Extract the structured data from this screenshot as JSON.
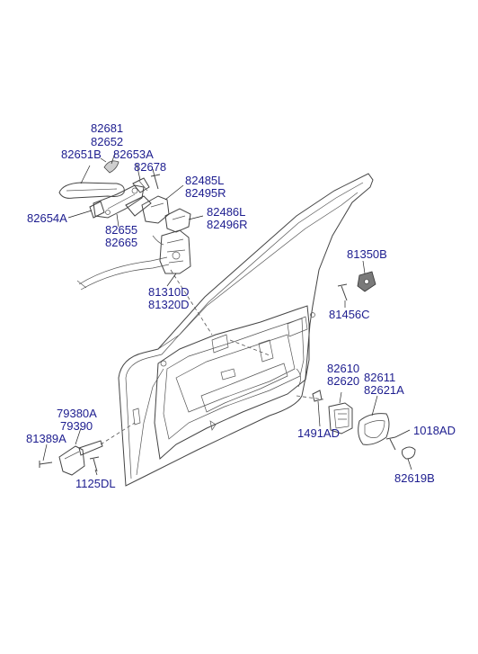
{
  "labels": {
    "p82681": "82681",
    "p82652": "82652",
    "p82651B": "82651B",
    "p82653A": "82653A",
    "p82678": "82678",
    "p82485L": "82485L",
    "p82495R": "82495R",
    "p82654A": "82654A",
    "p82486L": "82486L",
    "p82496R": "82496R",
    "p82655": "82655",
    "p82665": "82665",
    "p81350B": "81350B",
    "p81310D": "81310D",
    "p81320D": "81320D",
    "p81456C": "81456C",
    "p82610": "82610",
    "p82620": "82620",
    "p82611": "82611",
    "p82621A": "82621A",
    "p79380A": "79380A",
    "p79390": "79390",
    "p1491AD": "1491AD",
    "p1018AD": "1018AD",
    "p81389A": "81389A",
    "p1125DL": "1125DL",
    "p82619B": "82619B"
  }
}
